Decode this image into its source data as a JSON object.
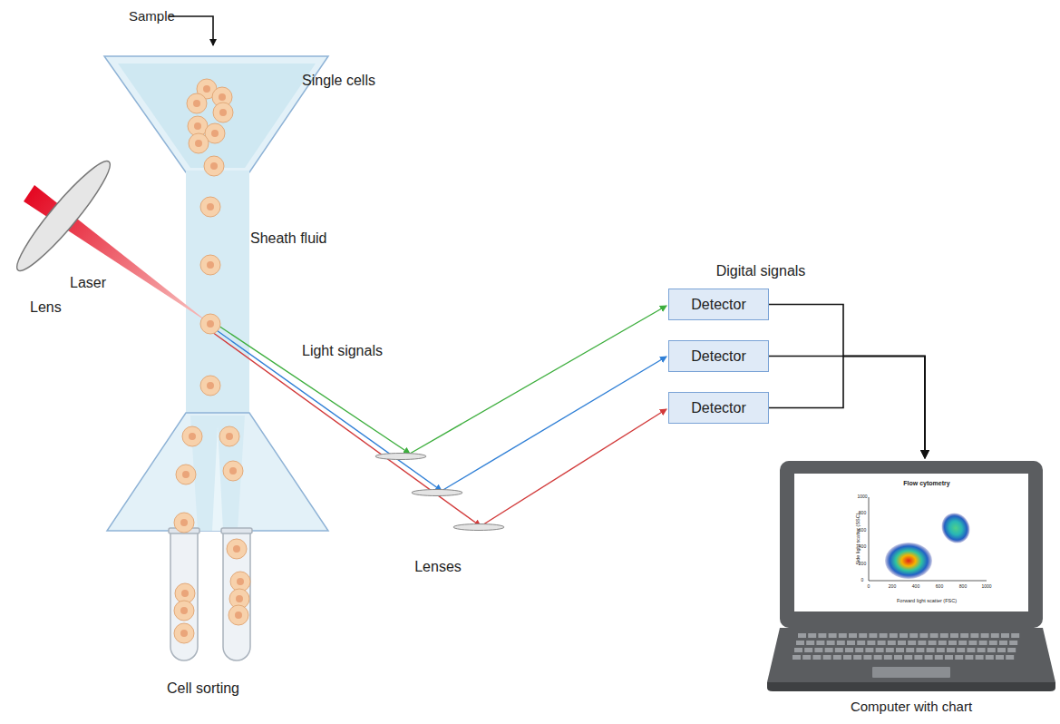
{
  "diagram": {
    "nodes": [
      {
        "text": [
          "Detector"
        ]
      },
      {
        "text": [
          "Detector"
        ]
      },
      {
        "text": [
          "Detector"
        ]
      },
      {
        "text": [
          "Computer with chart"
        ]
      }
    ],
    "edges": [
      {
        "from": 0,
        "to": 3,
        "arrow": "to"
      },
      {
        "from": 1,
        "to": 3,
        "arrow": "to"
      },
      {
        "from": 2,
        "to": 3,
        "arrow": "to"
      }
    ],
    "labels": [
      "Sample",
      "Single cells",
      "Sheath fluid",
      "Laser",
      "Lens",
      "Light signals",
      "Digital signals",
      "Lenses",
      "Cell sorting",
      "Flow cytometry",
      "Side light scatter (SSC)",
      "Forward light scatter (FSC)",
      "1000",
      "800",
      "600",
      "400",
      "200",
      "0",
      "0",
      "200",
      "400",
      "600",
      "800",
      "1000"
    ]
  }
}
